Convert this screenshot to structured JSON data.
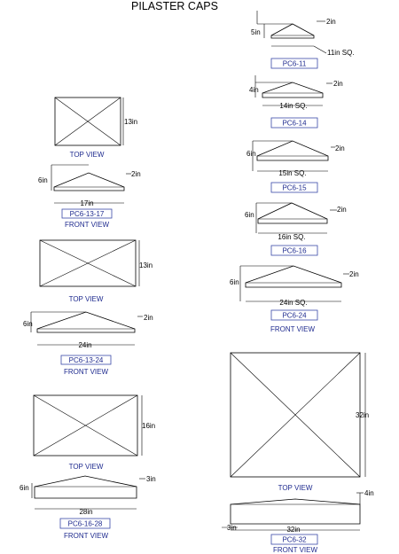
{
  "title": "PILASTER CAPS",
  "captions": {
    "top_view": "TOP VIEW",
    "front_view": "FRONT VIEW"
  },
  "models": [
    {
      "code": "PC6-11",
      "width": "11in SQ.",
      "height": "5in",
      "edge": "2in"
    },
    {
      "code": "PC6-14",
      "width": "14in SQ.",
      "height": "4in",
      "edge": "2in"
    },
    {
      "code": "PC6-15",
      "width": "15in SQ.",
      "height": "6in",
      "edge": "2in"
    },
    {
      "code": "PC6-16",
      "width": "16in SQ.",
      "height": "6in",
      "edge": "2in"
    },
    {
      "code": "PC6-24",
      "width": "24in SQ.",
      "height": "6in",
      "edge": "2in"
    },
    {
      "code": "PC6-13-17",
      "top_depth": "13in",
      "width": "17in",
      "height": "6in",
      "edge": "2in"
    },
    {
      "code": "PC6-13-24",
      "top_depth": "13in",
      "width": "24in",
      "height": "6in",
      "edge": "2in"
    },
    {
      "code": "PC6-16-28",
      "top_depth": "16in",
      "width": "28in",
      "height": "6in",
      "edge": "3in"
    },
    {
      "code": "PC6-32",
      "top_depth": "32in",
      "width": "32in",
      "height": "3in",
      "edge": "4in"
    }
  ]
}
